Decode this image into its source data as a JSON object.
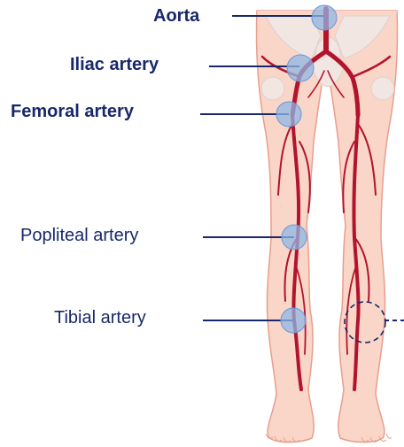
{
  "colors": {
    "label_text": "#17286b",
    "leader_line": "#17286b",
    "skin": "#f9d6c8",
    "skin_outline": "#e89e8c",
    "bone": "#f2e6e2",
    "artery": "#b3132b",
    "marker_fill": "#8fb6e6",
    "marker_outline": "#6d97d6",
    "dashed_marker": "#17286b"
  },
  "labels": [
    {
      "id": "aorta",
      "text": "Aorta",
      "bold": true,
      "icon": "artery-marker-aorta"
    },
    {
      "id": "iliac",
      "text": "Iliac artery",
      "bold": true,
      "icon": "artery-marker-iliac"
    },
    {
      "id": "femoral",
      "text": "Femoral artery",
      "bold": true,
      "icon": "artery-marker-femoral"
    },
    {
      "id": "popliteal",
      "text": "Popliteal artery",
      "bold": false,
      "icon": "artery-marker-popliteal"
    },
    {
      "id": "tibial",
      "text": "Tibial artery",
      "bold": false,
      "icon": "artery-marker-tibial"
    }
  ],
  "extra_marker": {
    "style": "dashed-circle",
    "icon": "dashed-marker-right-calf"
  }
}
